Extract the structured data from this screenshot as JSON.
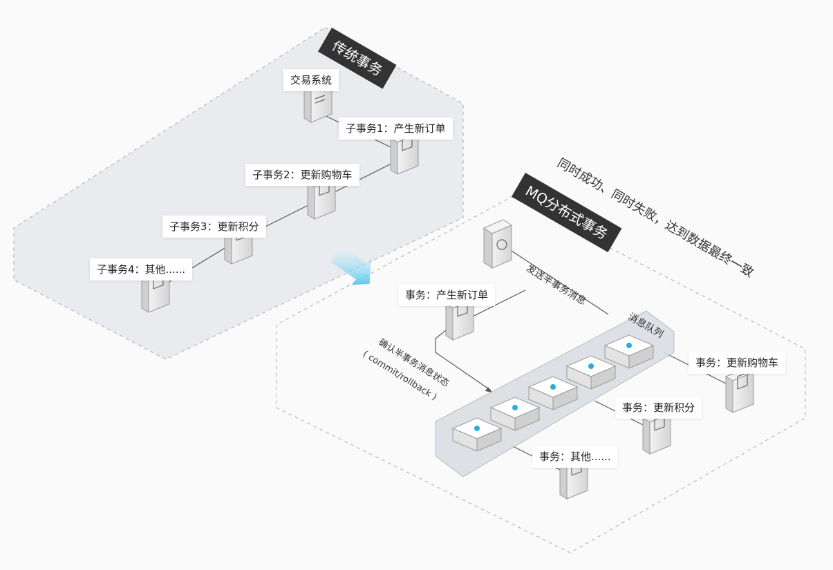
{
  "traditional": {
    "title": "传统事务",
    "system_label": "交易系统",
    "subtransactions": [
      "子事务1：产生新订单",
      "子事务2：更新购物车",
      "子事务3：更新积分",
      "子事务4：其他......"
    ]
  },
  "mq": {
    "title": "MQ分布式事务",
    "slogan": "同时成功、同时失败，达到数据最终一致",
    "send_half_msg": "发送半事务消息",
    "confirm_line1": "确认半事务消息状态",
    "confirm_line2": "( commit/rollback )",
    "queue_label": "消息队列",
    "producer_txn": "事务：产生新订单",
    "consumer_txns": [
      "事务：更新购物车",
      "事务：更新积分",
      "事务：其他......"
    ]
  },
  "colors": {
    "banner": "#333333",
    "arrow": "#29b6e6",
    "queue_icon": "#1fb1d9",
    "dashed_border": "#b8b8b8",
    "plane_fill": "#e8eaed"
  },
  "icons": {
    "server": "server-icon",
    "queue_message": "message-node-icon",
    "transition_arrow": "arrow-icon",
    "mq_broker": "mq-broker-icon"
  }
}
